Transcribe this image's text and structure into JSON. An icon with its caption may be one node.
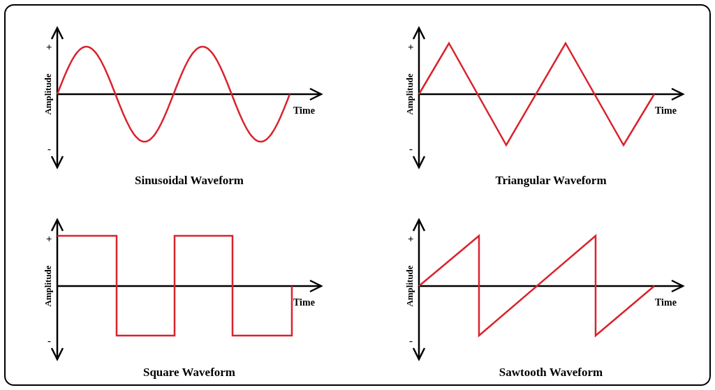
{
  "diagram": {
    "labels": [
      "+",
      "Amplitude",
      "Time",
      "-",
      "Sinusoidal Waveform",
      "+",
      "Amplitude",
      "Time",
      "-",
      "Triangular Waveform",
      "+",
      "Amplitude",
      "Time",
      "-",
      "Square Waveform",
      "+",
      "Amplitude",
      "Time",
      "-",
      "Sawtooth Waveform"
    ]
  }
}
